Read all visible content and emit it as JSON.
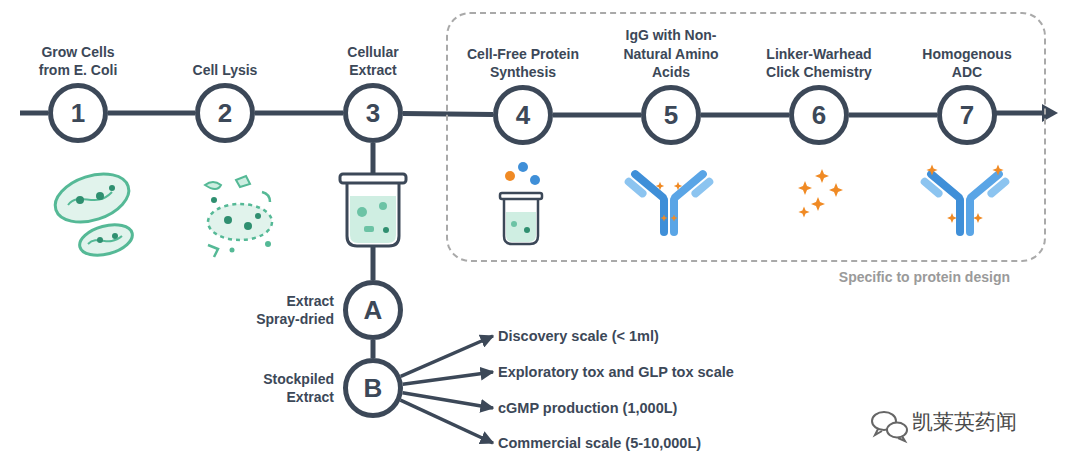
{
  "diagram": {
    "nodes": [
      {
        "text": [
          "Grow Cells from E. Coli",
          "1"
        ]
      },
      {
        "text": [
          "Cell Lysis",
          "2"
        ]
      },
      {
        "text": [
          "Cellular Extract",
          "3"
        ]
      },
      {
        "text": [
          "Specific to protein design"
        ]
      },
      {
        "text": [
          "Cell-Free Protein Synthesis",
          "4"
        ],
        "in": 3
      },
      {
        "text": [
          "IgG with Non- Natural Amino Acids",
          "5"
        ],
        "in": 3
      },
      {
        "text": [
          "Linker-Warhead Click Chemistry",
          "6"
        ],
        "in": 3
      },
      {
        "text": [
          "Homogenous ADC",
          "7"
        ],
        "in": 3
      },
      {
        "text": [
          "Extract Spray-dried",
          "A"
        ]
      },
      {
        "text": [
          "Stockpiled Extract",
          "B"
        ]
      },
      {
        "text": [
          "Discovery scale (< 1ml)"
        ]
      },
      {
        "text": [
          "Exploratory tox and GLP tox scale"
        ]
      },
      {
        "text": [
          "cGMP production (1,000L)"
        ]
      },
      {
        "text": [
          "Commercial scale (5-10,000L)"
        ]
      }
    ],
    "edges": [
      {
        "from": 0,
        "to": 1,
        "arrow": "none"
      },
      {
        "from": 1,
        "to": 2,
        "arrow": "none"
      },
      {
        "from": 2,
        "to": 4,
        "arrow": "none"
      },
      {
        "from": 4,
        "to": 5,
        "arrow": "none"
      },
      {
        "from": 5,
        "to": 6,
        "arrow": "none"
      },
      {
        "from": 6,
        "to": 7,
        "arrow": "none"
      },
      {
        "from": 2,
        "to": 8,
        "arrow": "none"
      },
      {
        "from": 8,
        "to": 9,
        "arrow": "none"
      },
      {
        "from": 9,
        "to": 10,
        "arrow": "to"
      },
      {
        "from": 9,
        "to": 11,
        "arrow": "to"
      },
      {
        "from": 9,
        "to": 12,
        "arrow": "to"
      },
      {
        "from": 9,
        "to": 13,
        "arrow": "to"
      }
    ],
    "labels": [
      "凯莱英药闻"
    ]
  }
}
